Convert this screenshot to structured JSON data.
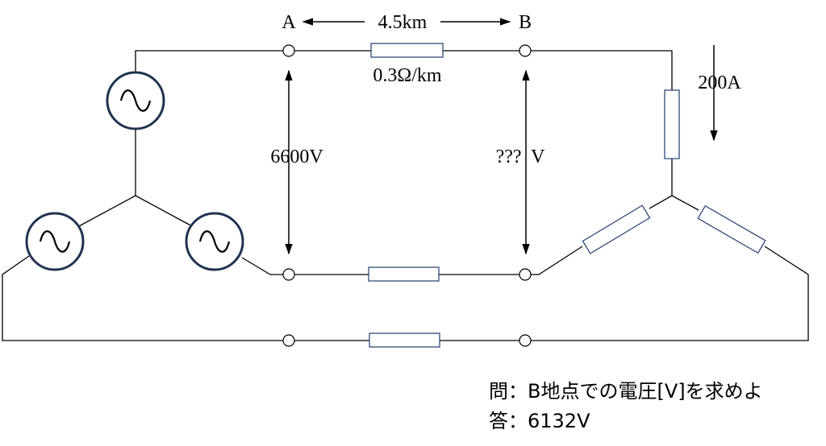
{
  "labels": {
    "point_a": "A",
    "point_b": "B",
    "distance": "4.5km",
    "resistance": "0.3Ω/km",
    "voltage_a": "6600V",
    "voltage_b": "???  V",
    "current": "200A"
  },
  "question": {
    "q_prefix": "問：",
    "q_text": "B地点での電圧[V]を求めよ",
    "a_prefix": "答：",
    "a_text": "6132V"
  }
}
